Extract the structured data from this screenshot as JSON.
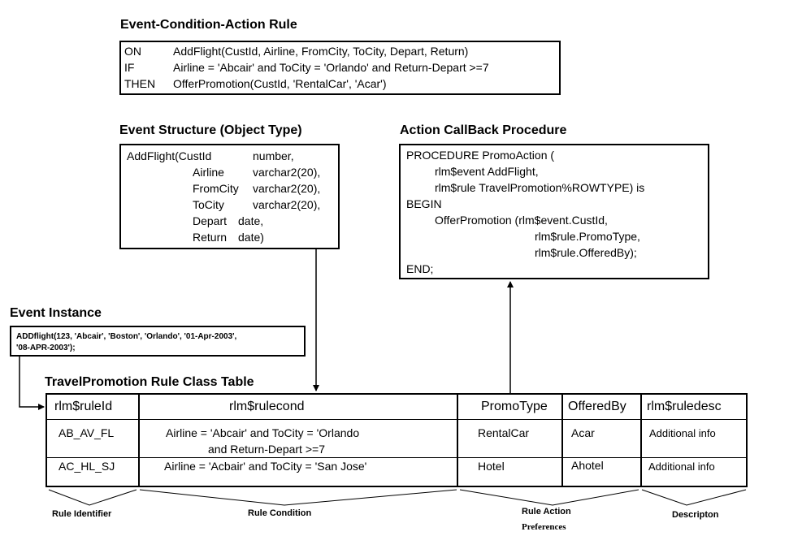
{
  "eca": {
    "title": "Event-Condition-Action Rule",
    "rows": [
      {
        "kw": "ON",
        "text": "AddFlight(CustId, Airline, FromCity, ToCity, Depart, Return)"
      },
      {
        "kw": "IF",
        "text": "Airline = 'Abcair' and ToCity = 'Orlando' and Return-Depart >=7"
      },
      {
        "kw": "THEN",
        "text": "OfferPromotion(CustId, 'RentalCar', 'Acar')"
      }
    ]
  },
  "event_structure": {
    "title": "Event Structure (Object Type)",
    "head": "AddFlight(CustId",
    "head_type": "number,",
    "fields": [
      {
        "name": "Airline",
        "type": "varchar2(20),"
      },
      {
        "name": "FromCity",
        "type": "varchar2(20),"
      },
      {
        "name": "ToCity",
        "type": "varchar2(20),"
      },
      {
        "name": "Depart",
        "type": "date,"
      },
      {
        "name": "Return",
        "type": "date)"
      }
    ]
  },
  "callback": {
    "title": "Action CallBack Procedure",
    "lines": [
      "PROCEDURE PromoAction (",
      "rlm$event    AddFlight,",
      "rlm$rule      TravelPromotion%ROWTYPE) is",
      "BEGIN",
      "OfferPromotion (rlm$event.CustId,",
      "rlm$rule.PromoType,",
      "rlm$rule.OfferedBy);",
      "END;"
    ]
  },
  "instance": {
    "title": "Event Instance",
    "line1": "ADDflight(123, 'Abcair', 'Boston', 'Orlando', '01-Apr-2003',",
    "line2": "'08-APR-2003');"
  },
  "table": {
    "title": "TravelPromotion Rule Class Table",
    "headers": [
      "rlm$ruleId",
      "rlm$rulecond",
      "PromoType",
      "OfferedBy",
      "rlm$ruledesc"
    ],
    "rows": [
      {
        "id": "AB_AV_FL",
        "cond1": "Airline = 'Abcair' and ToCity = 'Orlando",
        "cond2": "and Return-Depart >=7",
        "promo": "RentalCar",
        "by": "Acar",
        "desc": "Additional info"
      },
      {
        "id": "AC_HL_SJ",
        "cond1": "Airline = 'Acbair' and ToCity = 'San Jose'",
        "cond2": "",
        "promo": "Hotel",
        "by": "Ahotel",
        "desc": "Additional info"
      }
    ]
  },
  "labels": {
    "rule_identifier": "Rule Identifier",
    "rule_condition": "Rule Condition",
    "rule_action": "Rule Action",
    "preferences": "Preferences",
    "description": "Descripton"
  }
}
